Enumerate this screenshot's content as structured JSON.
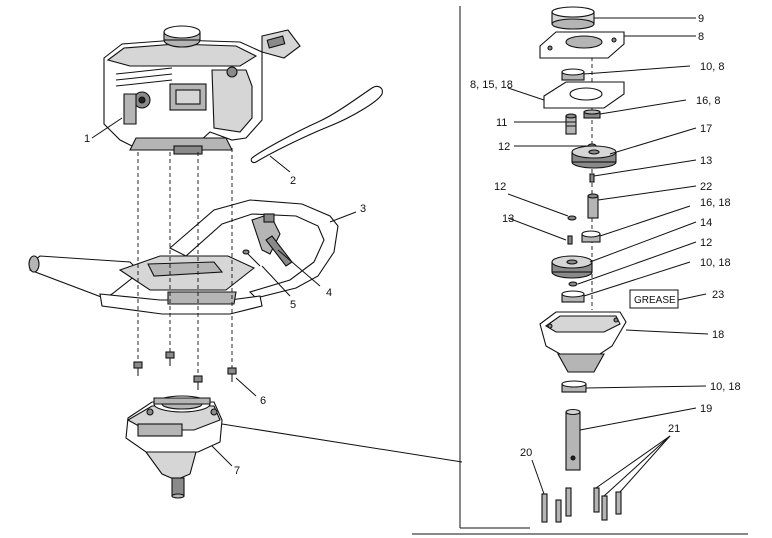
{
  "callouts": {
    "c1": "1",
    "c2": "2",
    "c3": "3",
    "c4": "4",
    "c5": "5",
    "c6": "6",
    "c7": "7",
    "c8": "8",
    "c9": "9",
    "c10_8": "10, 8",
    "c8_15_18": "8, 15, 18",
    "c16_8": "16, 8",
    "c11": "11",
    "c17": "17",
    "c12a": "12",
    "c13a": "13",
    "c12b": "12",
    "c22": "22",
    "c13b": "13",
    "c16_18": "16, 18",
    "c14": "14",
    "c12c": "12",
    "c10_18a": "10, 18",
    "c23": "23",
    "c18": "18",
    "c10_18b": "10, 18",
    "c19": "19",
    "c20": "20",
    "c21": "21"
  },
  "grease_label": "GREASE"
}
